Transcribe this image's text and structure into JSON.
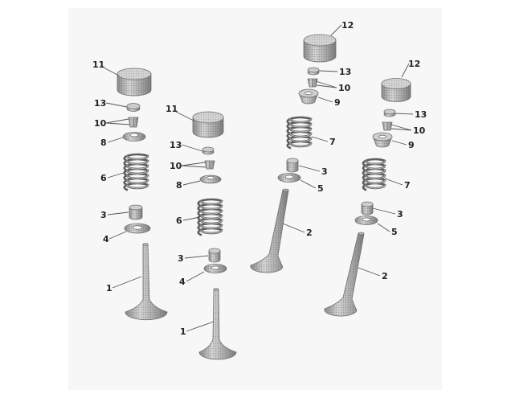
{
  "diagram": {
    "callouts": [
      {
        "id": "c11a",
        "text": "11"
      },
      {
        "id": "c13a",
        "text": "13"
      },
      {
        "id": "c10a",
        "text": "10"
      },
      {
        "id": "c8a",
        "text": "8"
      },
      {
        "id": "c6a",
        "text": "6"
      },
      {
        "id": "c3a",
        "text": "3"
      },
      {
        "id": "c4a",
        "text": "4"
      },
      {
        "id": "c1a",
        "text": "1"
      },
      {
        "id": "c11b",
        "text": "11"
      },
      {
        "id": "c13b",
        "text": "13"
      },
      {
        "id": "c10b",
        "text": "10"
      },
      {
        "id": "c8b",
        "text": "8"
      },
      {
        "id": "c6b",
        "text": "6"
      },
      {
        "id": "c3b",
        "text": "3"
      },
      {
        "id": "c4b",
        "text": "4"
      },
      {
        "id": "c1b",
        "text": "1"
      },
      {
        "id": "c12a",
        "text": "12"
      },
      {
        "id": "c13c",
        "text": "13"
      },
      {
        "id": "c10c",
        "text": "10"
      },
      {
        "id": "c9a",
        "text": "9"
      },
      {
        "id": "c7a",
        "text": "7"
      },
      {
        "id": "c3c",
        "text": "3"
      },
      {
        "id": "c5a",
        "text": "5"
      },
      {
        "id": "c2a",
        "text": "2"
      },
      {
        "id": "c12b",
        "text": "12"
      },
      {
        "id": "c13d",
        "text": "13"
      },
      {
        "id": "c10d",
        "text": "10"
      },
      {
        "id": "c9b",
        "text": "9"
      },
      {
        "id": "c7b",
        "text": "7"
      },
      {
        "id": "c3d",
        "text": "3"
      },
      {
        "id": "c5b",
        "text": "5"
      },
      {
        "id": "c2b",
        "text": "2"
      }
    ]
  }
}
